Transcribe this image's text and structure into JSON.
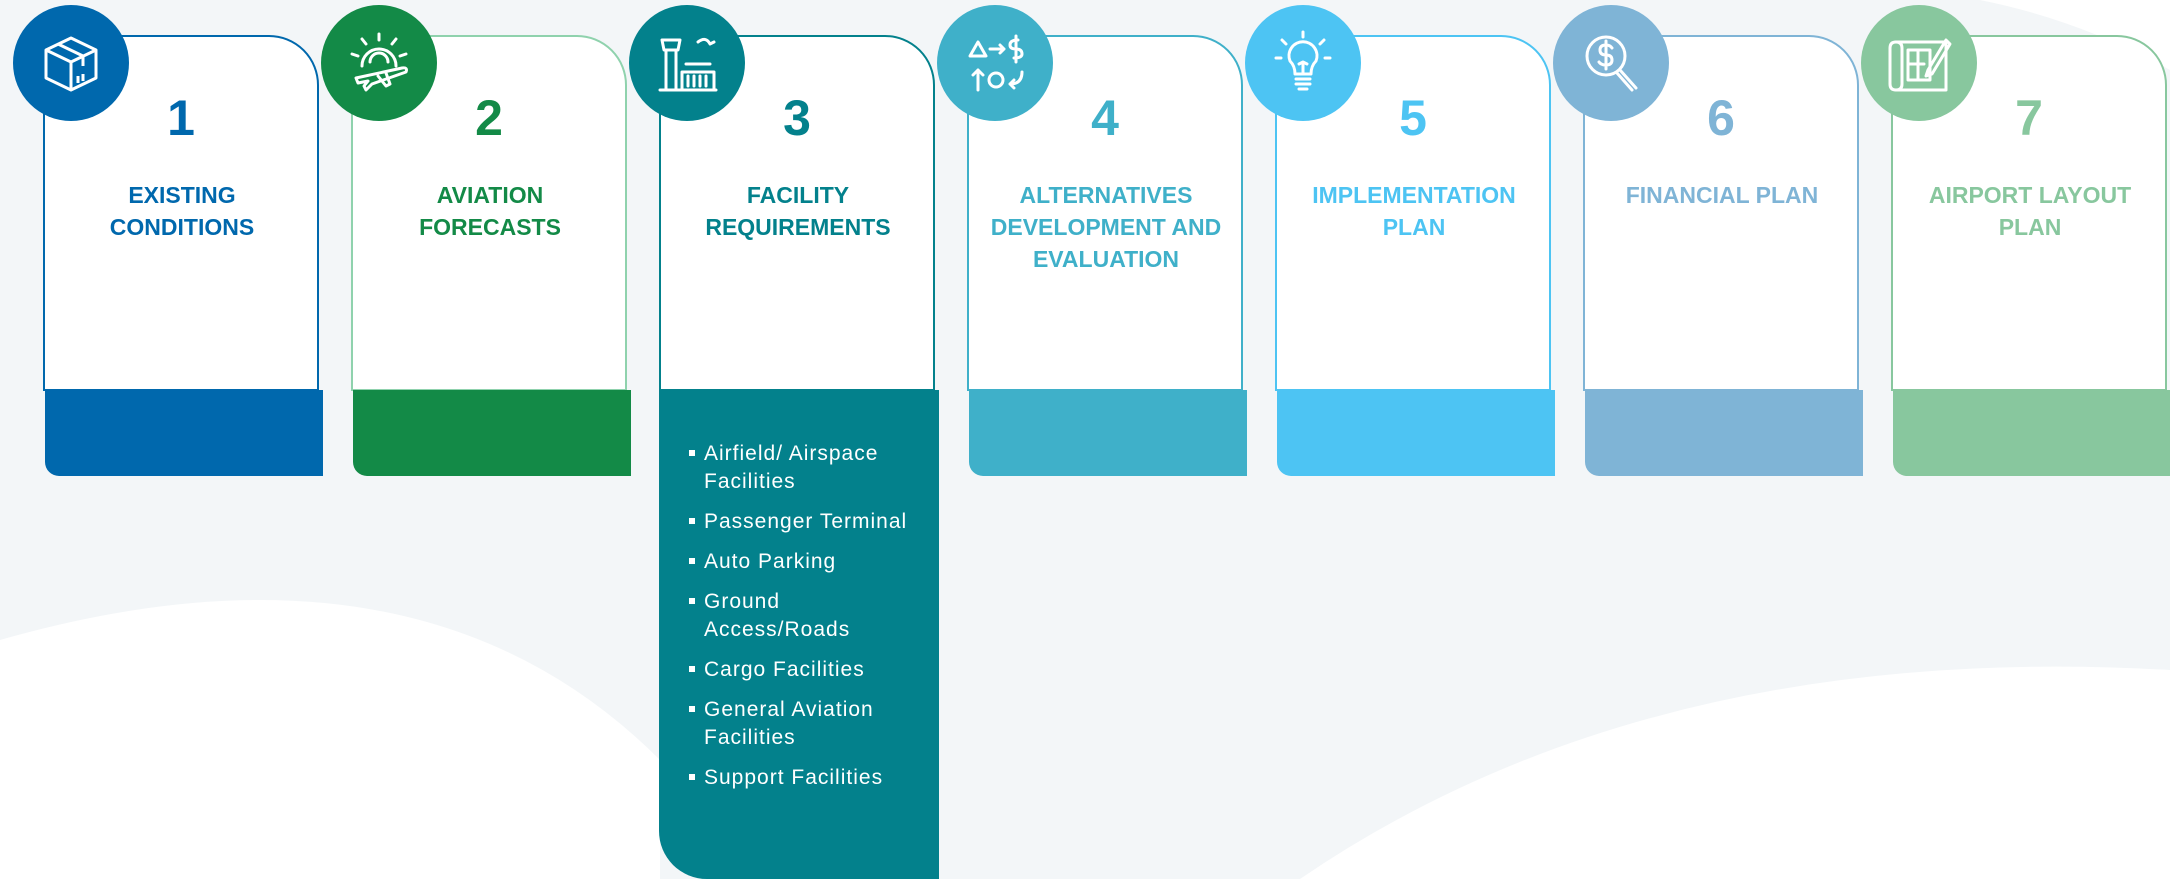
{
  "steps": [
    {
      "number": "1",
      "title": "EXISTING CONDITIONS",
      "color": "#0068ad",
      "icon": "box-icon"
    },
    {
      "number": "2",
      "title": "AVIATION FORECASTS",
      "color": "#138a47",
      "icon": "gear-airplane-icon"
    },
    {
      "number": "3",
      "title": "FACILITY REQUIREMENTS",
      "color": "#03818c",
      "icon": "control-tower-icon",
      "details": [
        "Airfield/ Airspace Facilities",
        "Passenger Terminal",
        "Auto Parking",
        "Ground Access/Roads",
        "Cargo Facilities",
        "General Aviation Facilities",
        "Support Facilities"
      ]
    },
    {
      "number": "4",
      "title": "ALTERNATIVES DEVELOPMENT AND EVALUATION",
      "color": "#3fb0c9",
      "icon": "alternatives-icon"
    },
    {
      "number": "5",
      "title": "IMPLEMENTATION PLAN",
      "color": "#4dc4f3",
      "icon": "lightbulb-icon"
    },
    {
      "number": "6",
      "title": "FINANCIAL PLAN",
      "color": "#7fb4d6",
      "icon": "dollar-search-icon"
    },
    {
      "number": "7",
      "title": "AIRPORT LAYOUT PLAN",
      "color": "#88c79e",
      "icon": "blueprint-icon"
    }
  ]
}
